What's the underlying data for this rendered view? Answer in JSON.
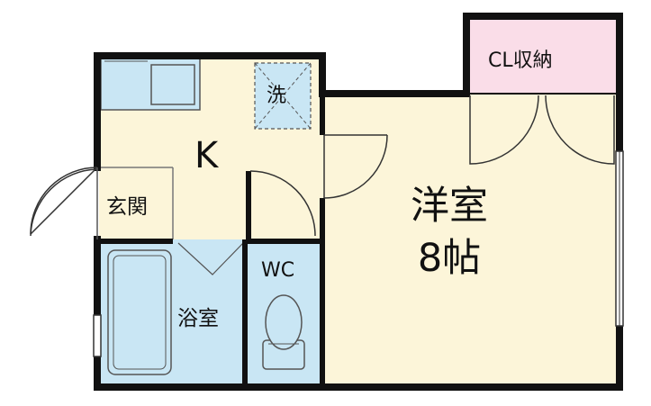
{
  "plan": {
    "kitchen_label": "K",
    "washer_label": "洗",
    "entrance_label": "玄関",
    "bathroom_label": "浴室",
    "wc_label": "WC",
    "closet_label": "CL収納",
    "western_room_label": "洋室",
    "western_room_size": "8帖"
  },
  "colors": {
    "wall": "#111111",
    "floor": "#fcf5d9",
    "water_area": "#c9e6f4",
    "closet": "#fadde8",
    "background": "#ffffff"
  }
}
